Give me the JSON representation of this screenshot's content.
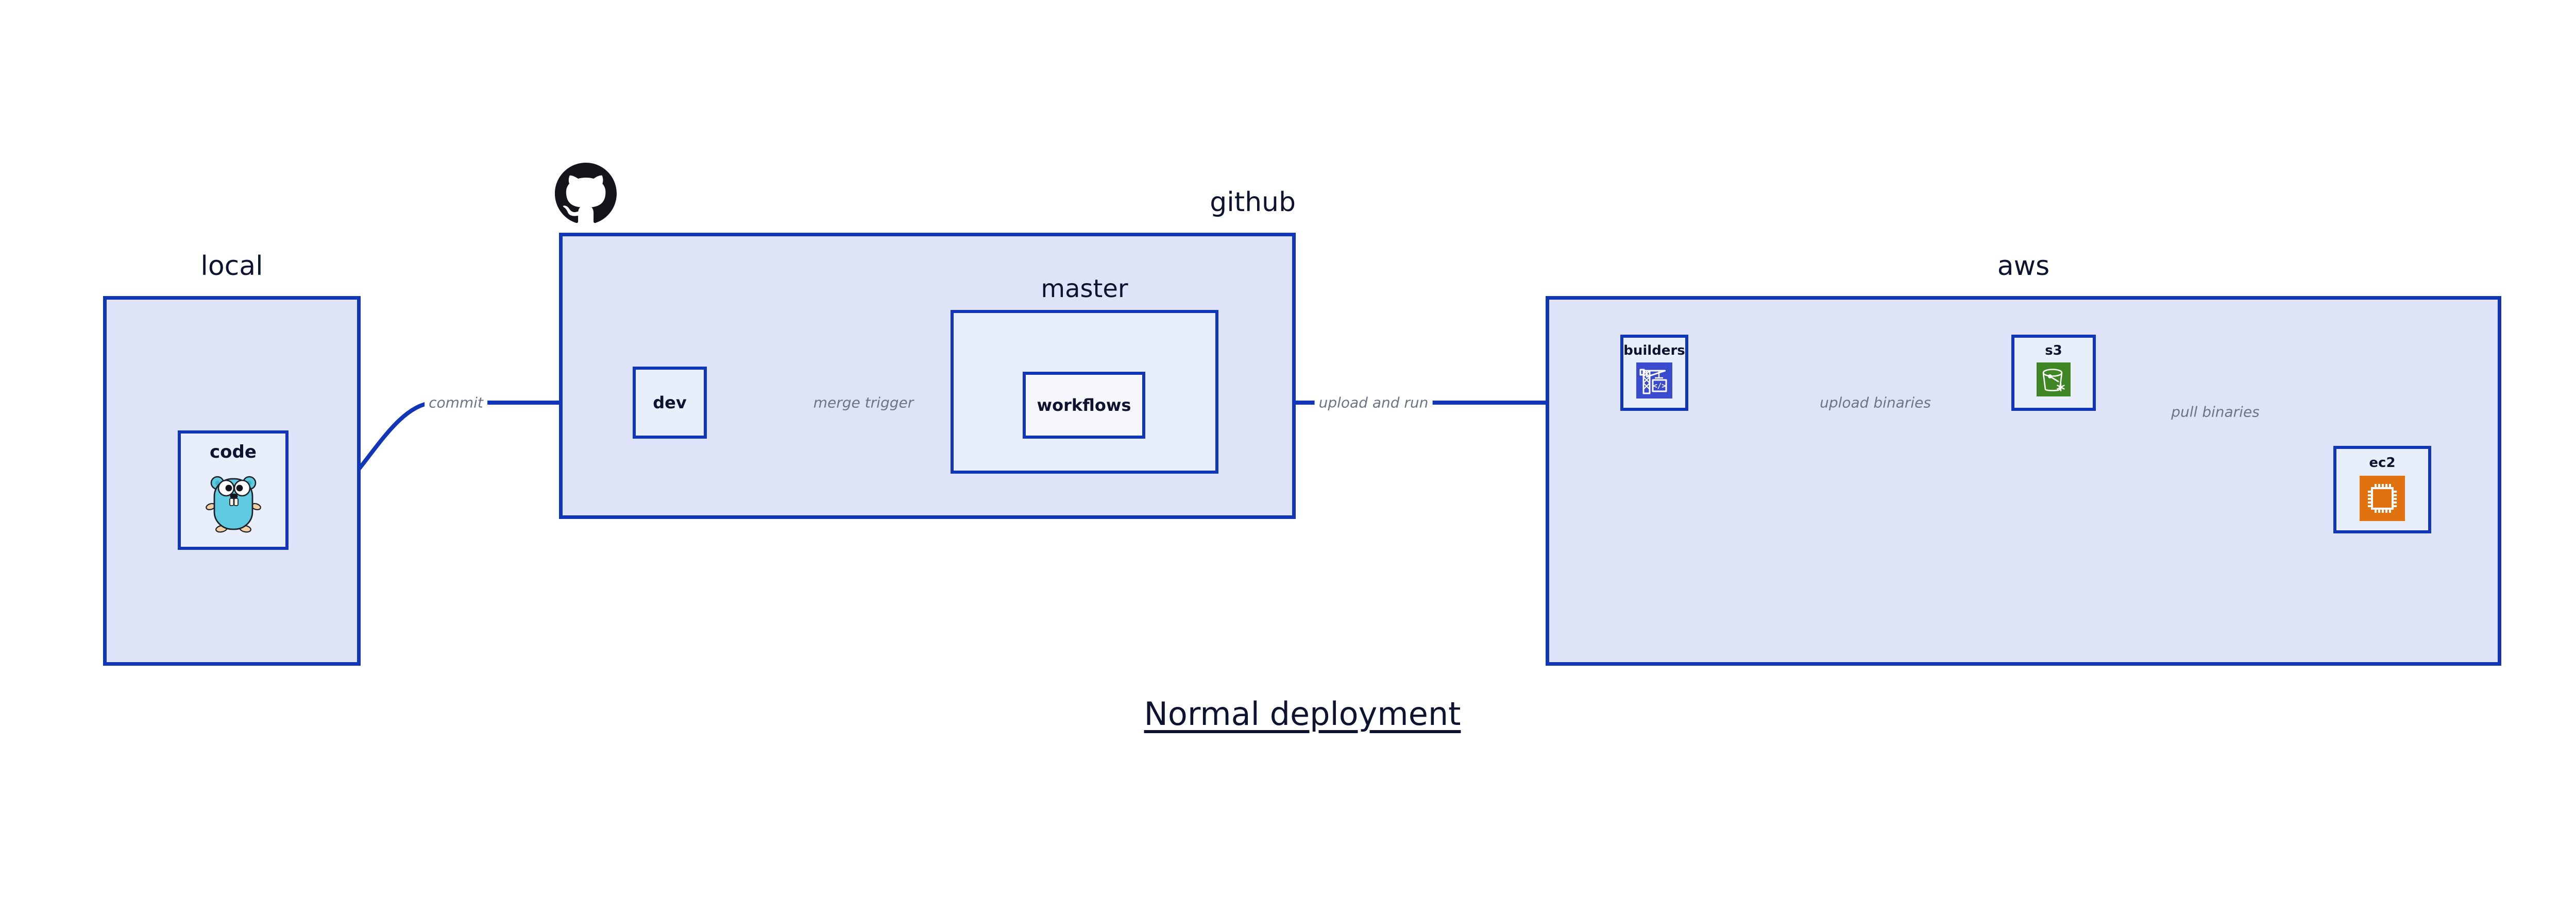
{
  "title": {
    "text": "Normal deployment",
    "color": "#0e1430"
  },
  "theme": {
    "edge_color": "#1236b8",
    "group_fill": "#dee3f8",
    "group_sub_fill": "#e8edfb",
    "node_fill": "#e9eefb",
    "node_white_fill": "#f5f7fd",
    "border_color": "#1236b8",
    "label_color": "#0e1430",
    "edge_label_color": "#6c7583"
  },
  "groups": [
    {
      "id": "local",
      "label": "local",
      "label_align": "center"
    },
    {
      "id": "github",
      "label": "github",
      "label_align": "right"
    },
    {
      "id": "master",
      "label": "master",
      "label_align": "center"
    },
    {
      "id": "aws",
      "label": "aws",
      "label_align": "center"
    }
  ],
  "nodes": [
    {
      "id": "code",
      "label": "code",
      "icon": "go-gopher-icon",
      "group": "local"
    },
    {
      "id": "dev",
      "label": "dev",
      "icon": null,
      "group": "github"
    },
    {
      "id": "workflows",
      "label": "workflows",
      "icon": null,
      "group": "master"
    },
    {
      "id": "builders",
      "label": "builders",
      "icon": "aws-codebuild-icon",
      "group": "aws"
    },
    {
      "id": "s3",
      "label": "s3",
      "icon": "aws-s3-icon",
      "group": "aws"
    },
    {
      "id": "ec2",
      "label": "ec2",
      "icon": "aws-ec2-icon",
      "group": "aws"
    }
  ],
  "edges": [
    {
      "id": "commit",
      "label": "commit",
      "from": "code",
      "to": "dev"
    },
    {
      "id": "merge-trigger",
      "label": "merge trigger",
      "from": "dev",
      "to": "workflows"
    },
    {
      "id": "upload-and-run",
      "label": "upload and run",
      "from": "workflows",
      "to": "builders"
    },
    {
      "id": "upload-binaries",
      "label": "upload binaries",
      "from": "builders",
      "to": "s3"
    },
    {
      "id": "pull-binaries",
      "label": "pull binaries",
      "from": "s3",
      "to": "ec2"
    }
  ],
  "logos": [
    {
      "id": "github-octocat",
      "name": "github-octocat-icon",
      "color": "#14141b"
    }
  ],
  "icon_colors": {
    "aws_codebuild_bg": "#3b4bce",
    "aws_s3_bg": "#3f8624",
    "aws_ec2_bg": "#e0720f",
    "gopher_body": "#5fcbe0",
    "gopher_outline": "#20202a",
    "gopher_limb": "#f2d0a4"
  }
}
